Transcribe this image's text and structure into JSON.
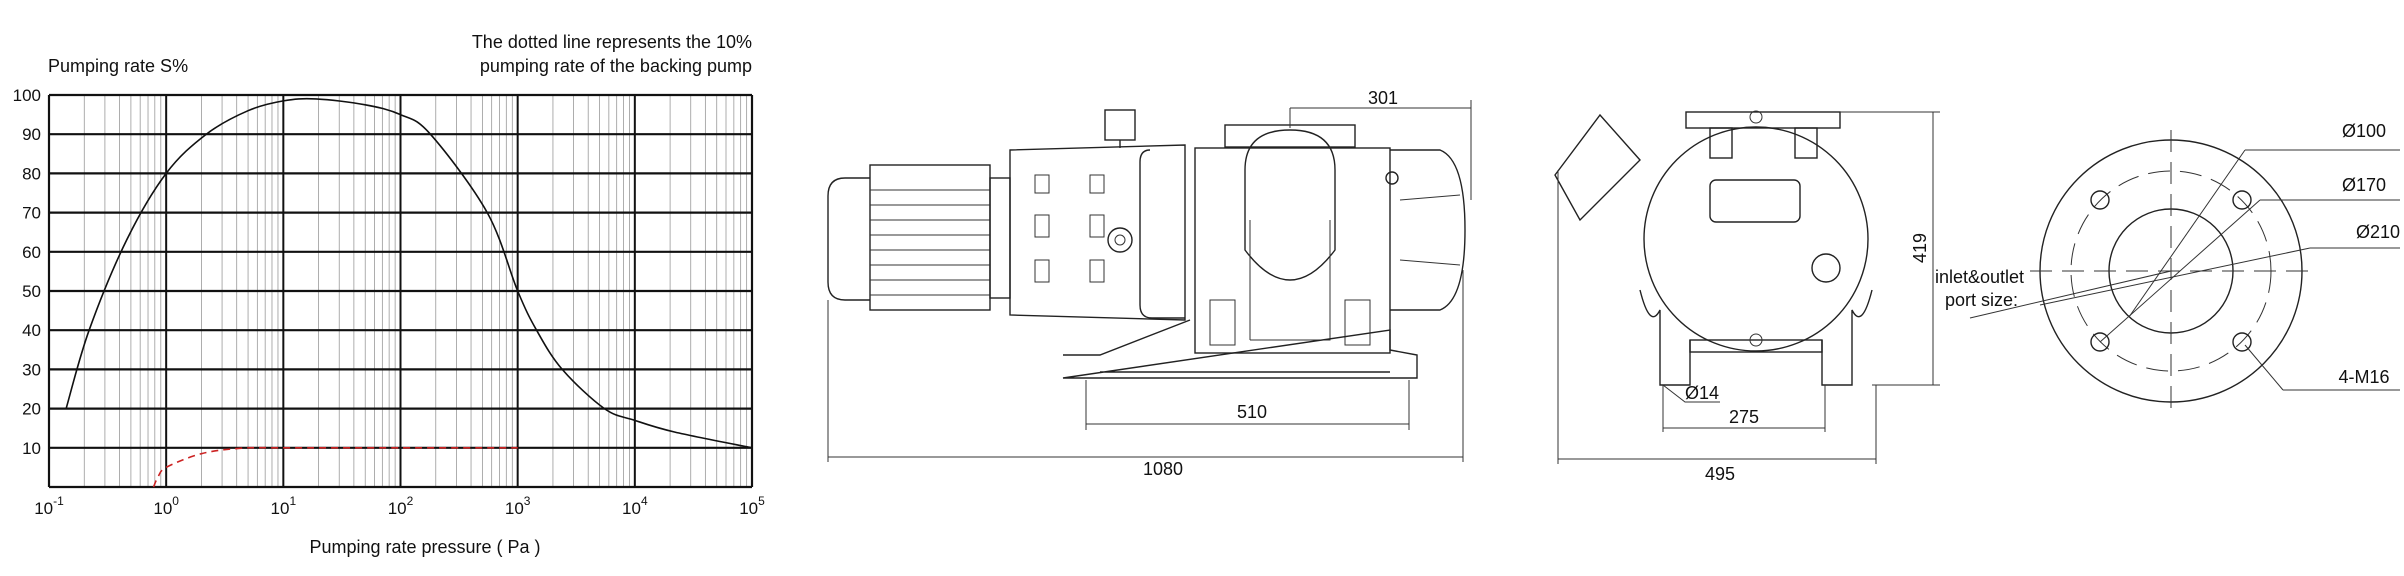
{
  "chart_data": {
    "type": "line",
    "ylabel": "Pumping rate S%",
    "xlabel": "Pumping rate pressure ( Pa )",
    "note": [
      "The dotted line represents the 10%",
      "pumping rate of the backing pump"
    ],
    "xscale": "log",
    "xlim": [
      0.1,
      100000
    ],
    "ylim": [
      0,
      100
    ],
    "grid": true,
    "x_ticks": [
      {
        "base": "10",
        "exp": "-1"
      },
      {
        "base": "10",
        "exp": "0"
      },
      {
        "base": "10",
        "exp": "1"
      },
      {
        "base": "10",
        "exp": "2"
      },
      {
        "base": "10",
        "exp": "3"
      },
      {
        "base": "10",
        "exp": "4"
      },
      {
        "base": "10",
        "exp": "5"
      }
    ],
    "y_ticks": [
      "10",
      "20",
      "30",
      "40",
      "50",
      "60",
      "70",
      "80",
      "90",
      "100"
    ],
    "series": [
      {
        "name": "Pumping rate",
        "style": "solid",
        "color": "#111111",
        "x": [
          0.14,
          0.22,
          0.46,
          1,
          2.2,
          5,
          10,
          19,
          50,
          100,
          180,
          550,
          1000,
          1450,
          2400,
          5500,
          10000,
          22000,
          100000
        ],
        "y": [
          20,
          40,
          63,
          80,
          90,
          96,
          98.5,
          99,
          97.5,
          95,
          90,
          70,
          50,
          40,
          30,
          20,
          17,
          14,
          10
        ]
      },
      {
        "name": "Backing pump 10%",
        "style": "dashed",
        "color": "#cc2222",
        "x": [
          0.78,
          0.85,
          1,
          2,
          4.4,
          10,
          100,
          1000
        ],
        "y": [
          0,
          2.5,
          5,
          8.5,
          9.9,
          10,
          10,
          10
        ]
      }
    ]
  },
  "drawings": {
    "side_view": {
      "overall_length": "1080",
      "base_hole_spacing": "510",
      "flange_offset": "301"
    },
    "front_view": {
      "height": "419",
      "foot_hole": "Ø14",
      "foot_spacing": "275",
      "overall_width": "495"
    },
    "flange_view": {
      "port_label": [
        "inlet&outlet",
        "port size:"
      ],
      "inner_dia": "Ø100",
      "bolt_circle": "Ø170",
      "outer_dia": "Ø210",
      "bolts": "4-M16"
    }
  }
}
